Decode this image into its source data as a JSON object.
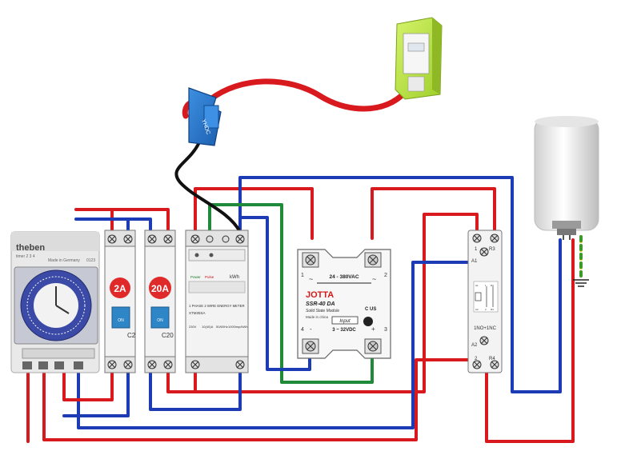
{
  "colors": {
    "phase": "#d8191e",
    "neutral": "#1d3bb5",
    "signal": "#1f8a3a",
    "clamp": "#111111",
    "earth_yellow": "#e6d21a",
    "earth_green": "#3a9a2a",
    "linky": "#b7e63c"
  },
  "timer": {
    "brand": "theben",
    "sub": "timer 2 3 4",
    "made": "Made in Germany",
    "code": "0123"
  },
  "breaker_2a": {
    "rating": "2A",
    "marking": "C2",
    "lever": "ON"
  },
  "breaker_20a": {
    "rating": "20A",
    "marking": "C20",
    "lever": "ON"
  },
  "meter": {
    "kwh": "kWh",
    "power": "Power",
    "pulse": "Pulse",
    "title": "1 PHASE 2 WIRE ENERGY METER",
    "model": "XTM35SA",
    "specs": [
      "230V",
      "10(40)A",
      "50/60Hz",
      "1000imp/kWh"
    ]
  },
  "ssr": {
    "brand": "JOTTA",
    "model": "SSR-40 DA",
    "subtitle": "Solid State Module",
    "made": "Made in china",
    "ac": "24 - 380VAC",
    "dc": "3 ~ 32VDC",
    "input": "Input",
    "t1": "1",
    "t2": "2",
    "t3": "3",
    "t4": "4",
    "minus": "-",
    "plus": "+",
    "tilde": "~",
    "cert": "C US"
  },
  "contactor": {
    "t1": "1",
    "r3": "R3",
    "a1": "A1",
    "a2": "A2",
    "t2": "2",
    "r4": "R4",
    "type": "1NO+1NC",
    "mini": [
      "A1",
      "1",
      "R3",
      "A2",
      "2",
      "R4"
    ]
  },
  "clamp": {
    "label": "YHDC"
  }
}
